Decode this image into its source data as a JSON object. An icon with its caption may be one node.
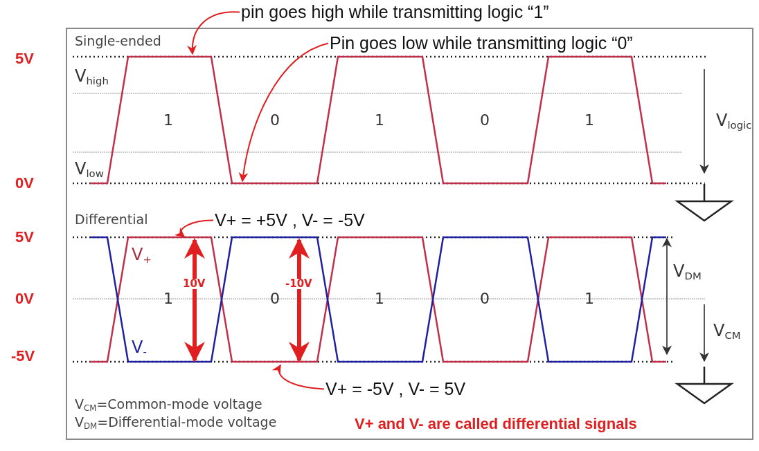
{
  "diagram": {
    "nodes": [
      {
        "text": [
          "pin goes high while transmitting logic “1”"
        ]
      },
      {
        "text": [
          "Pin goes low while transmitting logic “0”"
        ]
      },
      {
        "text": [
          "V+ = +5V , V- = -5V"
        ]
      },
      {
        "text": [
          "V+ = -5V , V- = 5V"
        ]
      }
    ],
    "edges": [
      {
        "from": 0,
        "to": null,
        "arrow": "to"
      },
      {
        "from": 1,
        "to": null,
        "arrow": "to"
      },
      {
        "from": 2,
        "to": null,
        "arrow": "to"
      },
      {
        "from": 3,
        "to": null,
        "arrow": "to"
      }
    ],
    "labels": [
      "Single-ended",
      "5V",
      "V$_{high}$",
      "1",
      "0",
      "1",
      "0",
      "1",
      "V$_{logic}$",
      "V$_{low}$",
      "0V",
      "Differential",
      "5V",
      "V$_{+}$",
      "10V",
      "-10V",
      "V$_{DM}$",
      "0V",
      "1",
      "0",
      "1",
      "0",
      "1",
      "V$_{CM}$",
      "-5V",
      "V$_{-}$",
      "V$_{CM}$=Common-mode voltage",
      "V$_{DM}$=Differential-mode voltage",
      "V+ and V- are called differential signals"
    ]
  }
}
